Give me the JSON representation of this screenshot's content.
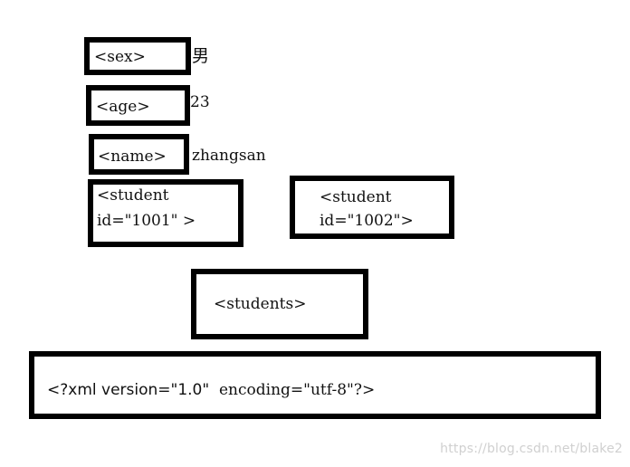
{
  "nodes": {
    "sex": {
      "tag": "<sex>",
      "value": "男"
    },
    "age": {
      "tag": "<age>",
      "value": "23"
    },
    "name": {
      "tag": "<name>",
      "value": "zhangsan"
    },
    "student_1001": {
      "line1": "<student",
      "line2": "id=\"1001\" >"
    },
    "student_1002": {
      "line1": "<student",
      "line2": "id=\"1002\">"
    },
    "students": {
      "tag": "<students>"
    },
    "xml_decl": {
      "part1": "<?xml version=\"1.0\"",
      "part2": "encoding=\"utf-8\"?>"
    }
  },
  "watermark": "https://blog.csdn.net/blake2"
}
